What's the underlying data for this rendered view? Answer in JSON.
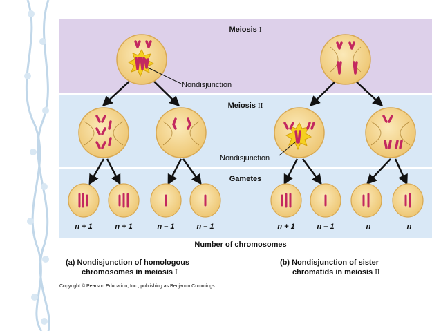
{
  "bands": {
    "meiosis1": {
      "title": "Meiosis",
      "numeral": "I"
    },
    "meiosis2": {
      "title": "Meiosis",
      "numeral": "II"
    },
    "gametes": {
      "title": "Gametes"
    }
  },
  "nondisjunction_label_1": "Nondisjunction",
  "nondisjunction_label_2": "Nondisjunction",
  "gamete_counts": [
    "n + 1",
    "n + 1",
    "n – 1",
    "n – 1",
    "n + 1",
    "n – 1",
    "n",
    "n"
  ],
  "axis_caption": "Number of chromosomes",
  "caption_a": {
    "line1": "(a) Nondisjunction of homologous",
    "line2": "chromosomes in meiosis",
    "numeral": "I"
  },
  "caption_b": {
    "line1": "(b) Nondisjunction of sister",
    "line2": "chromatids in meiosis",
    "numeral": "II"
  },
  "copyright": "Copyright © Pearson Education, Inc., publishing as Benjamin Cummings.",
  "colors": {
    "meiosis1_band": "#ddd0ea",
    "meiosis2_band": "#d9e8f6",
    "gametes_band": "#d9e8f6",
    "cell_fill": "#f4d88c",
    "chromosome": "#c3285f",
    "burst": "#f5d020"
  }
}
